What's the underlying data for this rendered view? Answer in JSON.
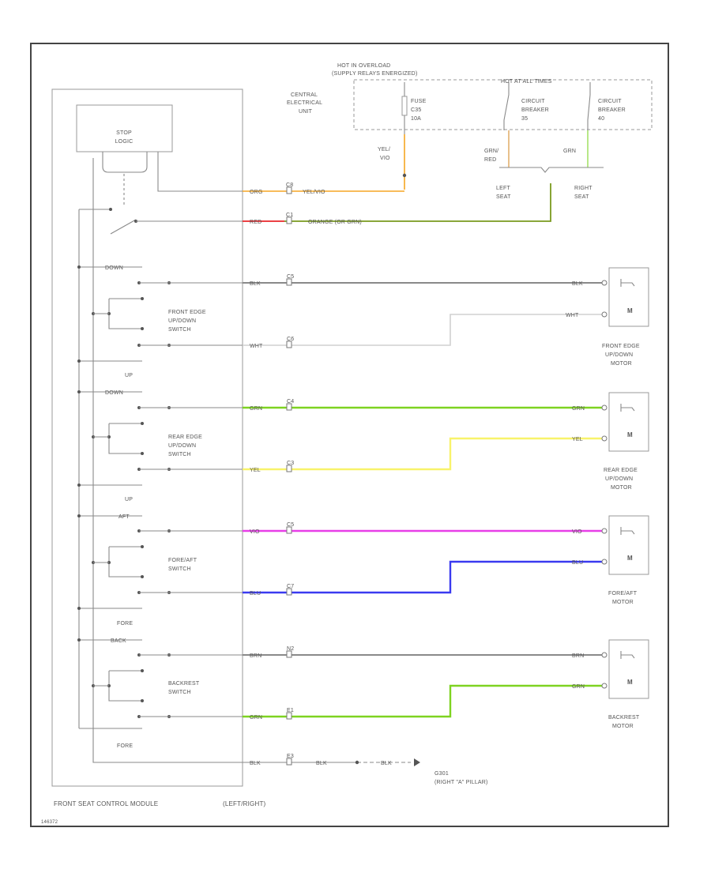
{
  "labels": {
    "hot_overload": "HOT IN OVERLOAD",
    "hot_supply": "(SUPPLY RELAYS ENERGIZED)",
    "hot_all_times": "HOT AT ALL TIMES",
    "cen_1": "CENTRAL",
    "cen_2": "ELECTRICAL",
    "cen_3": "UNIT",
    "fuse_1": "FUSE",
    "fuse_2": "C35",
    "fuse_3": "10A",
    "cb1_1": "CIRCUIT",
    "cb1_2": "BREAKER",
    "cb1_3": "35",
    "cb2_1": "CIRCUIT",
    "cb2_2": "BREAKER",
    "cb2_3": "40",
    "yelvio_1": "YEL/",
    "yelvio_2": "VIO",
    "grnred_1": "GRN/",
    "grnred_2": "RED",
    "grn_top": "GRN",
    "left_seat_1": "LEFT",
    "left_seat_2": "SEAT",
    "right_seat_1": "RIGHT",
    "right_seat_2": "SEAT",
    "stop_logic_1": "STOP",
    "stop_logic_2": "LOGIC",
    "w_org": "ORG",
    "w_yelvio": "YEL/VIO",
    "w_red": "RED",
    "w_orange_or_grn": "ORANGE (OR GRN)",
    "pin_c1": "C8",
    "pin_c2": "C1",
    "pin_c3": "C5",
    "pin_c4": "C6",
    "pin_c5": "C4",
    "pin_c6": "C3",
    "pin_c7": "C5",
    "pin_c8": "C7",
    "pin_c9": "N2",
    "pin_c10": "E1",
    "pin_c11": "E3",
    "down1": "DOWN",
    "fe_sw_1": "FRONT EDGE",
    "fe_sw_2": "UP/DOWN",
    "fe_sw_3": "SWITCH",
    "up1": "UP",
    "down2": "DOWN",
    "re_sw_1": "REAR EDGE",
    "re_sw_2": "UP/DOWN",
    "re_sw_3": "SWITCH",
    "up2": "UP",
    "aft": "AFT",
    "fa_sw_1": "FORE/AFT",
    "fa_sw_2": "SWITCH",
    "fore1": "FORE",
    "back": "BACK",
    "br_sw_1": "BACKREST",
    "br_sw_2": "SWITCH",
    "fore2": "FORE",
    "w_blk": "BLK",
    "w_wht": "WHT",
    "w_grn": "GRN",
    "w_yel": "YEL",
    "w_vio": "VIO",
    "w_blu": "BLU",
    "w_brn": "BRN",
    "motor_m": "M",
    "fe_mot_1": "FRONT EDGE",
    "fe_mot_2": "UP/DOWN",
    "fe_mot_3": "MOTOR",
    "re_mot_1": "REAR EDGE",
    "re_mot_2": "UP/DOWN",
    "re_mot_3": "MOTOR",
    "fa_mot_1": "FORE/AFT",
    "fa_mot_2": "MOTOR",
    "br_mot_1": "BACKREST",
    "br_mot_2": "MOTOR",
    "ground_1": "G301",
    "ground_2": "(RIGHT \"A\" PILLAR)",
    "module_caption": "FRONT SEAT CONTROL MODULE",
    "module_side": "(LEFT/RIGHT)",
    "fig_id": "146372"
  },
  "colors": {
    "orange": "#f5a623",
    "red": "#e8262a",
    "olive": "#7a9a1e",
    "green": "#7ed321",
    "yellow": "#f8f36a",
    "magenta": "#e83ee8",
    "blue": "#3a3af0",
    "gray": "#8a8a8a",
    "light": "#d0d0d0",
    "wire_grn_light": "#a6e36a",
    "wire_grnred": "#e3b070"
  }
}
